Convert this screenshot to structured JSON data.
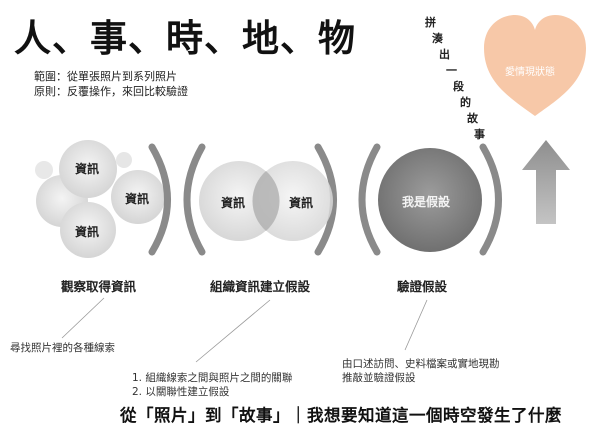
{
  "title": "人、事、時、地、物",
  "scope_line": "範圍：從單張照片到系列照片",
  "principle_line": "原則：反覆操作，來回比較驗證",
  "vertical_note": [
    "拼",
    "湊",
    "出",
    "一",
    "段",
    "的",
    "故",
    "事"
  ],
  "heart_text": "愛情現狀態",
  "stages": [
    {
      "label": "觀察取得資訊",
      "circles": [
        "資訊",
        "資訊",
        "資訊"
      ]
    },
    {
      "label": "組織資訊建立假設",
      "circles": [
        "資訊",
        "資訊"
      ]
    },
    {
      "label": "驗證假設",
      "circles": [
        "我是假設"
      ]
    }
  ],
  "notes": {
    "observe": "尋找照片裡的各種線索",
    "organize": [
      "1.  組織線索之間與照片之間的關聯",
      "2.  以關聯性建立假設"
    ],
    "verify": [
      "由口述訪問、史料檔案或實地現勘",
      "推敲並驗證假設"
    ]
  },
  "bottom_line": "從「照片」到「故事」｜我想要知道這一個時空發生了什麼"
}
